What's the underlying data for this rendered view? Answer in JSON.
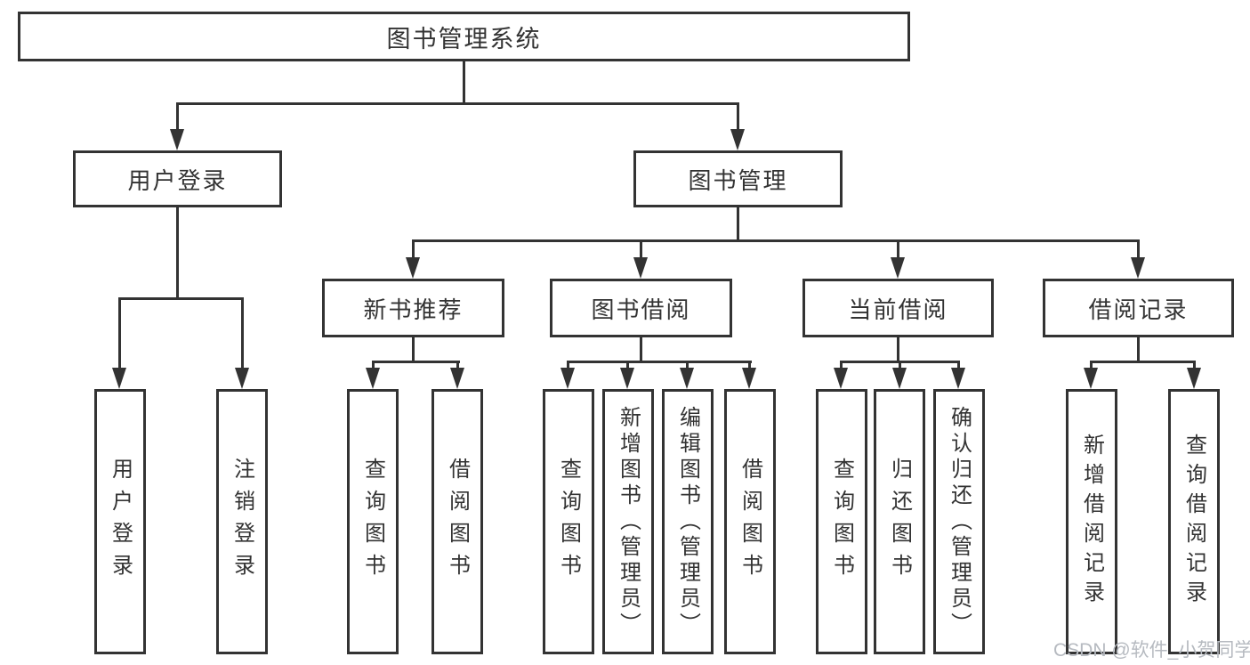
{
  "diagram": {
    "type": "hierarchy-tree",
    "title": "图书管理系统",
    "nodes": {
      "root": "图书管理系统",
      "user_login": "用户登录",
      "book_management": "图书管理",
      "new_book_recommend": "新书推荐",
      "book_borrowing": "图书借阅",
      "current_borrowing": "当前借阅",
      "borrowing_records": "借阅记录",
      "leaf_user_login": "用户登录",
      "leaf_logout": "注销登录",
      "leaf_nb_query_books": "查询图书",
      "leaf_nb_borrow_books": "借阅图书",
      "leaf_bb_query_books": "查询图书",
      "leaf_bb_add_books": "新增图书（管理员）",
      "leaf_bb_edit_books": "编辑图书（管理员）",
      "leaf_bb_borrow_books": "借阅图书",
      "leaf_cb_query_books": "查询图书",
      "leaf_cb_return_books": "归还图书",
      "leaf_cb_confirm_return": "确认归还（管理员）",
      "leaf_br_add_record": "新增借阅记录",
      "leaf_br_query_record": "查询借阅记录"
    },
    "hierarchy": {
      "图书管理系统": {
        "用户登录": [
          "用户登录",
          "注销登录"
        ],
        "图书管理": {
          "新书推荐": [
            "查询图书",
            "借阅图书"
          ],
          "图书借阅": [
            "查询图书",
            "新增图书（管理员）",
            "编辑图书（管理员）",
            "借阅图书"
          ],
          "当前借阅": [
            "查询图书",
            "归还图书",
            "确认归还（管理员）"
          ],
          "借阅记录": [
            "新增借阅记录",
            "查询借阅记录"
          ]
        }
      }
    },
    "watermark": "CSDN @软件_小贺同学",
    "colors": {
      "line": "#333333",
      "text": "#333333",
      "box_background": "#ffffff",
      "page_background": "#ffffff",
      "watermark": "#b6bac0"
    }
  }
}
